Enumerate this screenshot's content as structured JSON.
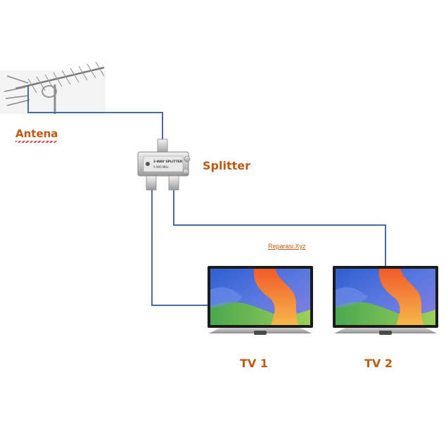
{
  "diagram": {
    "title": "",
    "labels": {
      "antenna": "Antena",
      "splitter": "Splitter",
      "tv1": "TV 1",
      "tv2": "TV 2",
      "watermark": "Reparasi.Xyz"
    },
    "splitter_device": {
      "line1": "2-WAY SPLITTER",
      "line2": "5-900 MHz"
    },
    "nodes": [
      "antenna",
      "splitter",
      "tv-1",
      "tv-2"
    ],
    "edges": [
      {
        "from": "antenna",
        "to": "splitter",
        "kind": "coax-cable"
      },
      {
        "from": "splitter",
        "to": "tv-1",
        "kind": "coax-cable"
      },
      {
        "from": "splitter",
        "to": "tv-2",
        "kind": "coax-cable"
      }
    ],
    "colors": {
      "cable": "#4a6aa6",
      "label": "#c05a12",
      "tv_frame": "#1b1b1b",
      "tv_screen_bg": "#3b6fd4",
      "tv_screen_orange": "#f08a3a",
      "tv_screen_green": "#58b85a"
    },
    "icons": {
      "antenna": "yagi-antenna-icon",
      "splitter": "coax-splitter-icon",
      "tv": "flat-tv-icon"
    }
  }
}
